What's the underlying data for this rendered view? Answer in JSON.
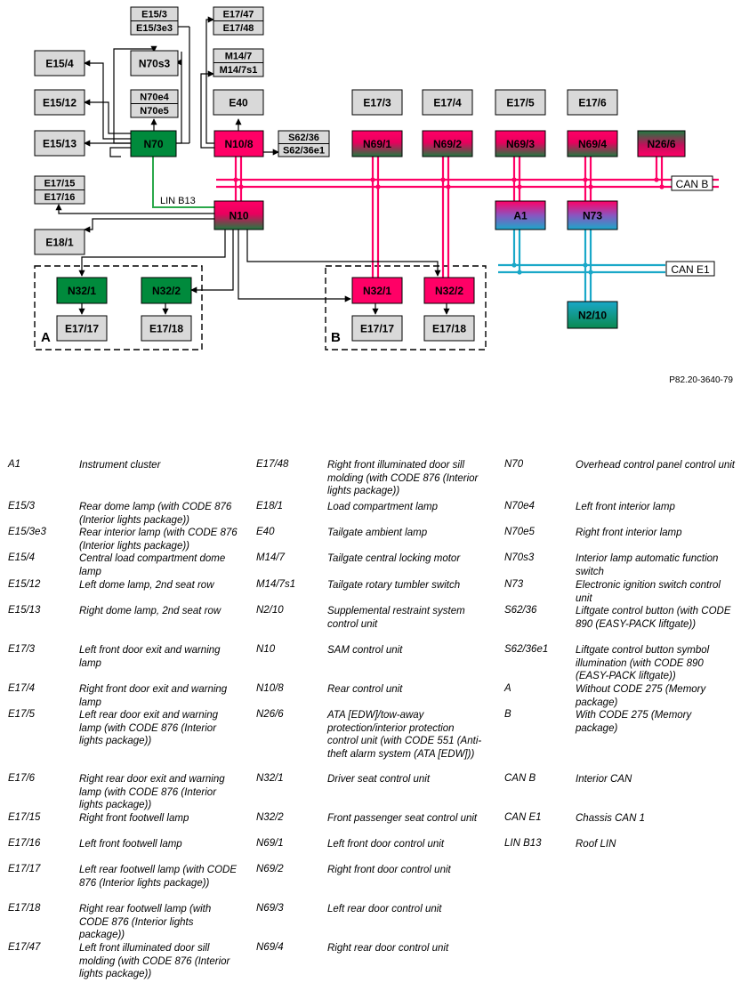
{
  "diagram": {
    "nodes": [
      {
        "key": "E15_3",
        "lines": [
          "E15/3",
          "E15/3e3"
        ],
        "kind": "lamp"
      },
      {
        "key": "E17_47",
        "lines": [
          "E17/47",
          "E17/48"
        ],
        "kind": "lamp"
      },
      {
        "key": "E15_4",
        "lines": [
          "E15/4"
        ],
        "kind": "lamp"
      },
      {
        "key": "N70s3",
        "lines": [
          "N70s3"
        ],
        "kind": "lamp"
      },
      {
        "key": "M14_7",
        "lines": [
          "M14/7",
          "M14/7s1"
        ],
        "kind": "lamp"
      },
      {
        "key": "E15_12",
        "lines": [
          "E15/12"
        ],
        "kind": "lamp"
      },
      {
        "key": "N70e4",
        "lines": [
          "N70e4",
          "N70e5"
        ],
        "kind": "lamp"
      },
      {
        "key": "E40",
        "lines": [
          "E40"
        ],
        "kind": "lamp"
      },
      {
        "key": "E17_3",
        "lines": [
          "E17/3"
        ],
        "kind": "lamp"
      },
      {
        "key": "E17_4",
        "lines": [
          "E17/4"
        ],
        "kind": "lamp"
      },
      {
        "key": "E17_5",
        "lines": [
          "E17/5"
        ],
        "kind": "lamp"
      },
      {
        "key": "E17_6",
        "lines": [
          "E17/6"
        ],
        "kind": "lamp"
      },
      {
        "key": "E15_13",
        "lines": [
          "E15/13"
        ],
        "kind": "lamp"
      },
      {
        "key": "N70",
        "lines": [
          "N70"
        ],
        "kind": "green"
      },
      {
        "key": "N10_8",
        "lines": [
          "N10/8"
        ],
        "kind": "pink"
      },
      {
        "key": "S62_36",
        "lines": [
          "S62/36",
          "S62/36e1"
        ],
        "kind": "lamp"
      },
      {
        "key": "N69_1",
        "lines": [
          "N69/1"
        ],
        "kind": "pinkgreen"
      },
      {
        "key": "N69_2",
        "lines": [
          "N69/2"
        ],
        "kind": "pinkgreen"
      },
      {
        "key": "N69_3",
        "lines": [
          "N69/3"
        ],
        "kind": "pinkgreen"
      },
      {
        "key": "N69_4",
        "lines": [
          "N69/4"
        ],
        "kind": "pinkgreen"
      },
      {
        "key": "N26_6",
        "lines": [
          "N26/6"
        ],
        "kind": "greenpink"
      },
      {
        "key": "E17_15",
        "lines": [
          "E17/15",
          "E17/16"
        ],
        "kind": "lamp"
      },
      {
        "key": "N10",
        "lines": [
          "N10"
        ],
        "kind": "pinkgreen"
      },
      {
        "key": "A1",
        "lines": [
          "A1"
        ],
        "kind": "pinkblue"
      },
      {
        "key": "N73",
        "lines": [
          "N73"
        ],
        "kind": "pinkblue"
      },
      {
        "key": "E18_1",
        "lines": [
          "E18/1"
        ],
        "kind": "lamp"
      },
      {
        "key": "N32_1A",
        "lines": [
          "N32/1"
        ],
        "kind": "green"
      },
      {
        "key": "N32_2A",
        "lines": [
          "N32/2"
        ],
        "kind": "green"
      },
      {
        "key": "N32_1B",
        "lines": [
          "N32/1"
        ],
        "kind": "pink"
      },
      {
        "key": "N32_2B",
        "lines": [
          "N32/2"
        ],
        "kind": "pink"
      },
      {
        "key": "E17_17A",
        "lines": [
          "E17/17"
        ],
        "kind": "lamp"
      },
      {
        "key": "E17_18A",
        "lines": [
          "E17/18"
        ],
        "kind": "lamp"
      },
      {
        "key": "E17_17B",
        "lines": [
          "E17/17"
        ],
        "kind": "lamp"
      },
      {
        "key": "E17_18B",
        "lines": [
          "E17/18"
        ],
        "kind": "lamp"
      },
      {
        "key": "N2_10",
        "lines": [
          "N2/10"
        ],
        "kind": "bluegreen"
      }
    ],
    "bus_labels": {
      "can_b": "CAN B",
      "can_e1": "CAN E1",
      "lin_b13": "LIN B13"
    },
    "group_labels": {
      "a": "A",
      "b": "B"
    },
    "colors": {
      "pink": "#ff0066",
      "green": "#008a3c",
      "blue": "#1aa8c8",
      "lamp": "#d9d9d9"
    },
    "reference": "P82.20-3640-79"
  },
  "legend": [
    [
      {
        "code": "A1",
        "desc": "Instrument cluster"
      },
      {
        "code": "E15/3",
        "desc": "Rear dome lamp (with CODE 876 (Interior lights package))"
      },
      {
        "code": "E15/3e3",
        "desc": "Rear interior lamp (with CODE 876 (Interior lights package))"
      },
      {
        "code": "E15/4",
        "desc": "Central load compartment dome lamp"
      },
      {
        "code": "E15/12",
        "desc": "Left dome lamp, 2nd seat row"
      },
      {
        "code": "E15/13",
        "desc": "Right dome lamp, 2nd seat row"
      },
      {
        "code": "E17/3",
        "desc": "Left front door exit and warning lamp"
      },
      {
        "code": "E17/4",
        "desc": "Right front door exit and warning lamp"
      },
      {
        "code": "E17/5",
        "desc": "Left rear door exit and warning lamp (with CODE 876 (Interior lights package))"
      },
      {
        "code": "E17/6",
        "desc": "Right rear door exit and warning lamp (with CODE 876 (Interior lights package))"
      },
      {
        "code": "E17/15",
        "desc": "Right front footwell lamp"
      },
      {
        "code": "E17/16",
        "desc": "Left front footwell lamp"
      },
      {
        "code": "E17/17",
        "desc": "Left rear footwell lamp (with CODE 876 (Interior lights package))"
      },
      {
        "code": "E17/18",
        "desc": "Right rear footwell lamp (with CODE 876 (Interior lights package))"
      },
      {
        "code": "E17/47",
        "desc": "Left front illuminated door sill molding (with CODE 876 (Interior lights package))"
      }
    ],
    [
      {
        "code": "E17/48",
        "desc": "Right front illuminated door sill molding (with CODE 876 (Interior lights package))"
      },
      {
        "code": "E18/1",
        "desc": "Load compartment lamp"
      },
      {
        "code": "E40",
        "desc": "Tailgate ambient lamp"
      },
      {
        "code": "M14/7",
        "desc": "Tailgate central locking motor"
      },
      {
        "code": "M14/7s1",
        "desc": "Tailgate rotary tumbler switch"
      },
      {
        "code": "N2/10",
        "desc": "Supplemental restraint system control unit"
      },
      {
        "code": "N10",
        "desc": "SAM control unit"
      },
      {
        "code": "N10/8",
        "desc": "Rear control unit"
      },
      {
        "code": "N26/6",
        "desc": "ATA [EDW]/tow-away protection/interior protection control unit (with CODE 551 (Anti-theft alarm system (ATA [EDW]))"
      },
      {
        "code": "N32/1",
        "desc": "Driver seat control unit"
      },
      {
        "code": "N32/2",
        "desc": "Front passenger seat control unit"
      },
      {
        "code": "N69/1",
        "desc": "Left front door control unit"
      },
      {
        "code": "N69/2",
        "desc": "Right front door control unit"
      },
      {
        "code": "N69/3",
        "desc": "Left rear door control unit"
      },
      {
        "code": "N69/4",
        "desc": "Right rear door control unit"
      }
    ],
    [
      {
        "code": "N70",
        "desc": "Overhead control panel control unit"
      },
      {
        "code": "N70e4",
        "desc": "Left front interior lamp"
      },
      {
        "code": "N70e5",
        "desc": "Right front interior lamp"
      },
      {
        "code": "N70s3",
        "desc": "Interior lamp automatic function switch"
      },
      {
        "code": "N73",
        "desc": "Electronic ignition switch control unit"
      },
      {
        "code": "S62/36",
        "desc": "Liftgate control button (with CODE 890 (EASY-PACK liftgate))"
      },
      {
        "code": "S62/36e1",
        "desc": "Liftgate control button symbol illumination (with CODE 890 (EASY-PACK liftgate))"
      },
      {
        "code": "A",
        "desc": "Without CODE 275 (Memory package)"
      },
      {
        "code": "B",
        "desc": "With CODE 275 (Memory package)"
      },
      {
        "code": "CAN B",
        "desc": "Interior CAN"
      },
      {
        "code": "CAN E1",
        "desc": "Chassis CAN 1"
      },
      {
        "code": "LIN B13",
        "desc": "Roof LIN"
      }
    ]
  ]
}
